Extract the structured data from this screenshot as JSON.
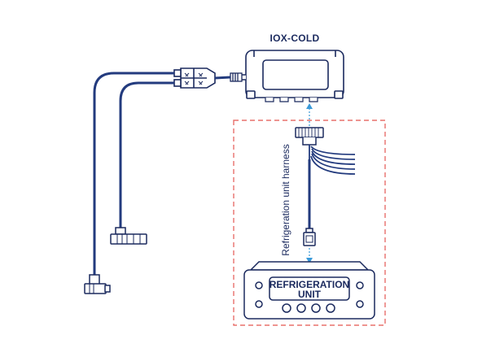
{
  "device": {
    "name": "IOX-COLD"
  },
  "harness": {
    "label": "Refrigeration unit harness"
  },
  "unit": {
    "line1": "REFRIGERATION",
    "line2": "UNIT"
  },
  "colors": {
    "stroke": "#1b2a5e",
    "cable": "#233b7e",
    "dashed_box": "#e8706c",
    "arrow": "#3a9ad9",
    "fill": "#ffffff"
  },
  "icons": [
    "iox-cold-device",
    "y-splitter-connector",
    "right-angle-plug",
    "connector-plug",
    "harness-connector",
    "plug-connector",
    "refrigeration-unit-panel"
  ]
}
